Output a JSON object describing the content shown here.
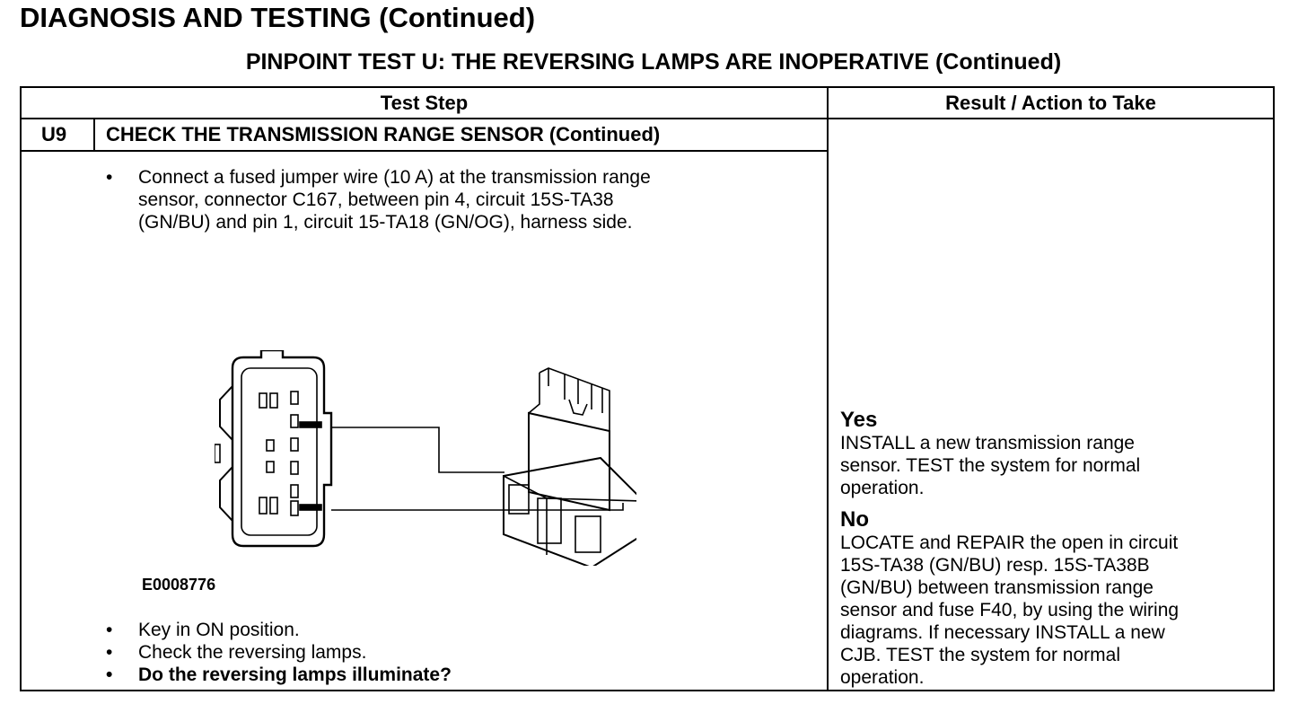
{
  "header": {
    "title": "DIAGNOSIS AND TESTING (Continued)",
    "subtitle": "PINPOINT TEST  U: THE REVERSING LAMPS ARE INOPERATIVE (Continued)"
  },
  "table": {
    "col_test_step": "Test Step",
    "col_result": "Result / Action to Take",
    "step_id": "U9",
    "step_title": "CHECK THE TRANSMISSION RANGE SENSOR (Continued)",
    "instructions_before": [
      {
        "bullet": "•",
        "text": "Connect a fused jumper wire (10 A) at the transmission range\nsensor, connector C167, between pin 4, circuit 15S-TA38\n(GN/BU) and pin 1, circuit 15-TA18 (GN/OG), harness side."
      }
    ],
    "figure_id": "E0008776",
    "instructions_after": [
      {
        "bullet": "•",
        "text": "Key in ON position."
      },
      {
        "bullet": "•",
        "text": "Check the reversing lamps."
      },
      {
        "bullet": "•",
        "text": "Do the reversing lamps illuminate?"
      }
    ],
    "results": [
      {
        "label": "Yes",
        "text": "INSTALL a new transmission range\nsensor. TEST the system for normal\noperation."
      },
      {
        "label": "No",
        "text": "LOCATE and REPAIR the open in circuit\n15S-TA38 (GN/BU) resp. 15S-TA38B\n(GN/BU) between transmission range\nsensor and fuse F40, by using the wiring\ndiagrams. If necessary INSTALL a new\nCJB. TEST the system for normal\noperation."
      }
    ]
  }
}
